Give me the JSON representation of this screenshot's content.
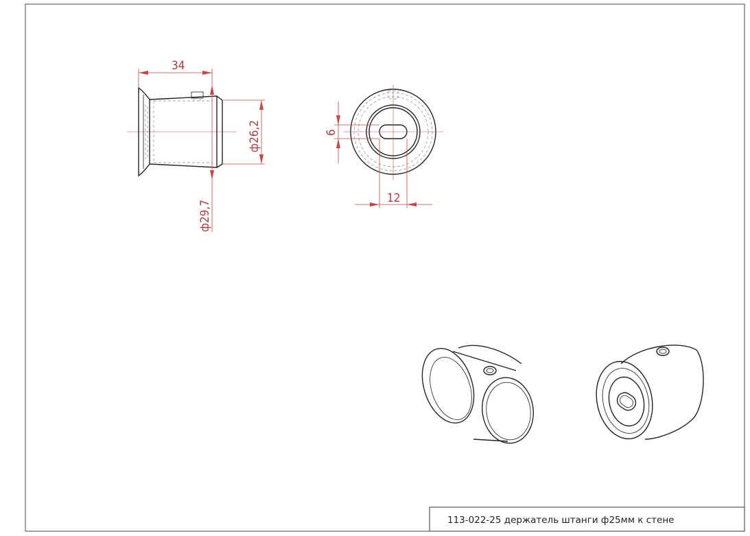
{
  "drawing": {
    "dimensions": {
      "length": "34",
      "diameter_outer": "ф26,2",
      "diameter_flange": "ф29,7",
      "slot_height": "6",
      "slot_width": "12"
    },
    "title_block": {
      "caption": "113-022-25  держатель штанги ф25мм к стене"
    },
    "colors": {
      "dimension": "#c44444",
      "outline": "#222222"
    }
  }
}
